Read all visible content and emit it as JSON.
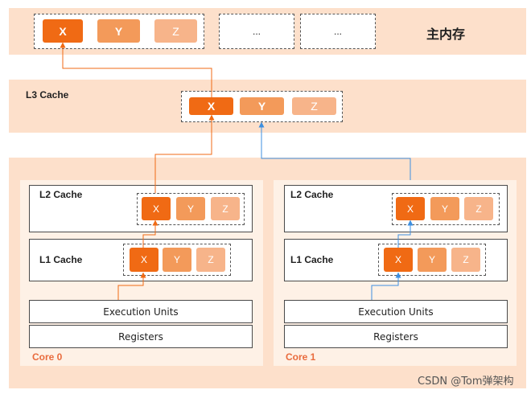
{
  "main_memory": {
    "title": "主内存",
    "cells": [
      "X",
      "Y",
      "Z"
    ],
    "ellipsis_1": "...",
    "ellipsis_2": "..."
  },
  "l3": {
    "label": "L3 Cache",
    "cells": [
      "X",
      "Y",
      "Z"
    ]
  },
  "cores": [
    {
      "label": "Core 0",
      "l2": {
        "label": "L2 Cache",
        "cells": [
          "X",
          "Y",
          "Z"
        ]
      },
      "l1": {
        "label": "L1 Cache",
        "cells": [
          "X",
          "Y",
          "Z"
        ]
      },
      "execution_units": "Execution Units",
      "registers": "Registers"
    },
    {
      "label": "Core 1",
      "l2": {
        "label": "L2 Cache",
        "cells": [
          "X",
          "Y",
          "Z"
        ]
      },
      "l1": {
        "label": "L1 Cache",
        "cells": [
          "X",
          "Y",
          "Z"
        ]
      },
      "execution_units": "Execution Units",
      "registers": "Registers"
    }
  ],
  "watermark": "CSDN @Tom弹架构",
  "colors": {
    "x_cell": "#f06a14",
    "y_cell": "#f39a5a",
    "z_cell": "#f7b48a",
    "band": "#fde0cb",
    "core_bg": "#fef1e6",
    "core0_path": "#f06a14",
    "core1_path": "#3d8fe0"
  }
}
